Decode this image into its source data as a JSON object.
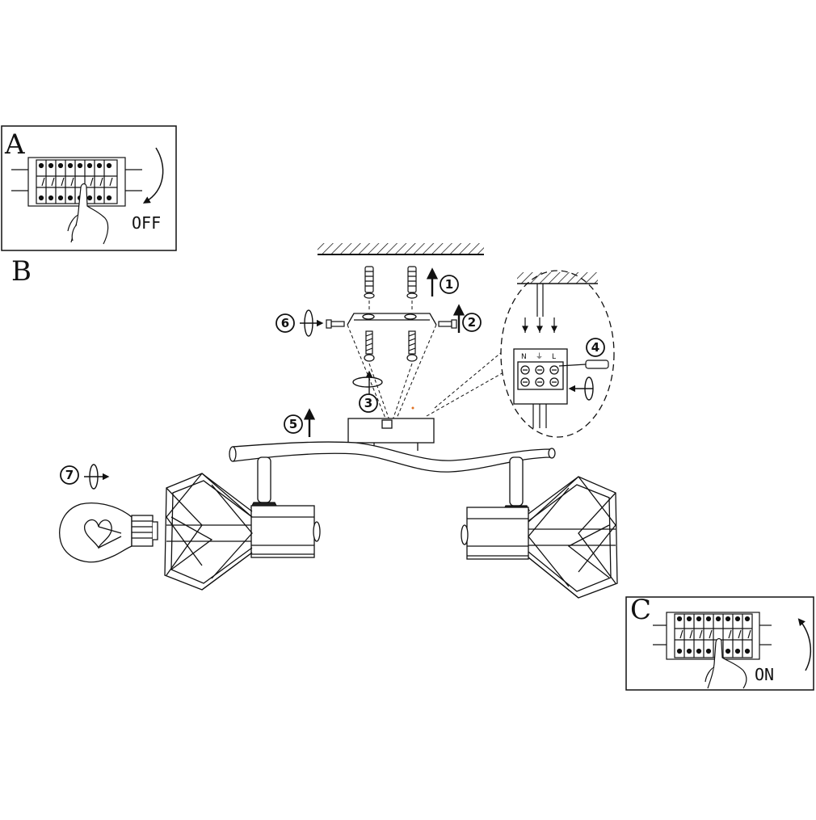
{
  "panels": {
    "a": {
      "letter": "A",
      "state": "OFF"
    },
    "b": {
      "letter": "B"
    },
    "c": {
      "letter": "C",
      "state": "ON"
    }
  },
  "steps": [
    "1",
    "2",
    "3",
    "4",
    "5",
    "6",
    "7"
  ],
  "terminal_labels": [
    "N",
    "⏚",
    "L"
  ],
  "colors": {
    "line": "#111111",
    "fill": "#ffffff",
    "accent": "#e07020"
  }
}
